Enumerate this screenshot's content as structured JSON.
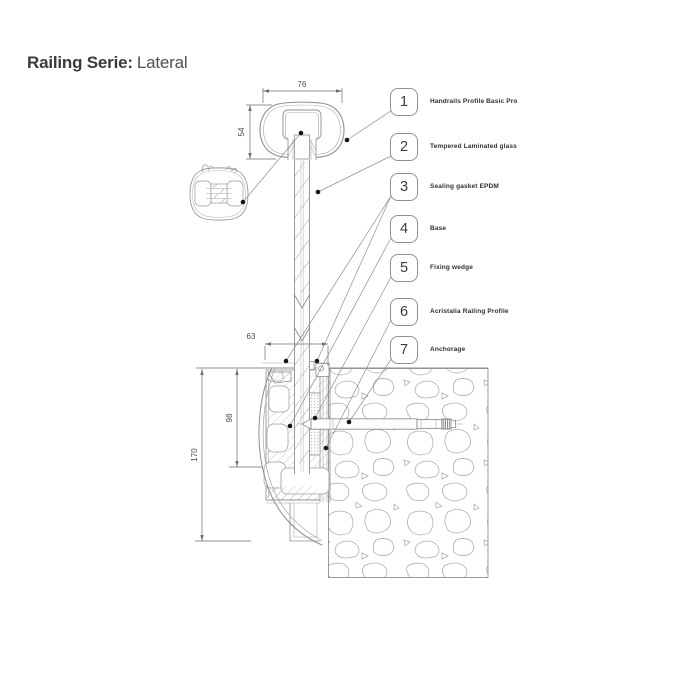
{
  "title": {
    "series_label": "Railing Serie:",
    "series_value": "Lateral"
  },
  "callouts": [
    {
      "number": "1",
      "label": "Handrails Profile Basic Pro"
    },
    {
      "number": "2",
      "label": "Tempered Laminated glass"
    },
    {
      "number": "3",
      "label": "Sealing gasket EPDM"
    },
    {
      "number": "4",
      "label": "Base"
    },
    {
      "number": "5",
      "label": "Fixing wedge"
    },
    {
      "number": "6",
      "label": "Acristalia Railing Profile"
    },
    {
      "number": "7",
      "label": "Anchorage"
    }
  ],
  "dimensions": {
    "handrail_width": "76",
    "handrail_height": "54",
    "base_width": "63",
    "base_inner_height": "98",
    "base_total_height": "170"
  },
  "colors": {
    "line": "#8f8f8f",
    "light_line": "#b0b0b0",
    "text": "#3b3b3b",
    "dot": "#161616",
    "background": "#ffffff"
  }
}
